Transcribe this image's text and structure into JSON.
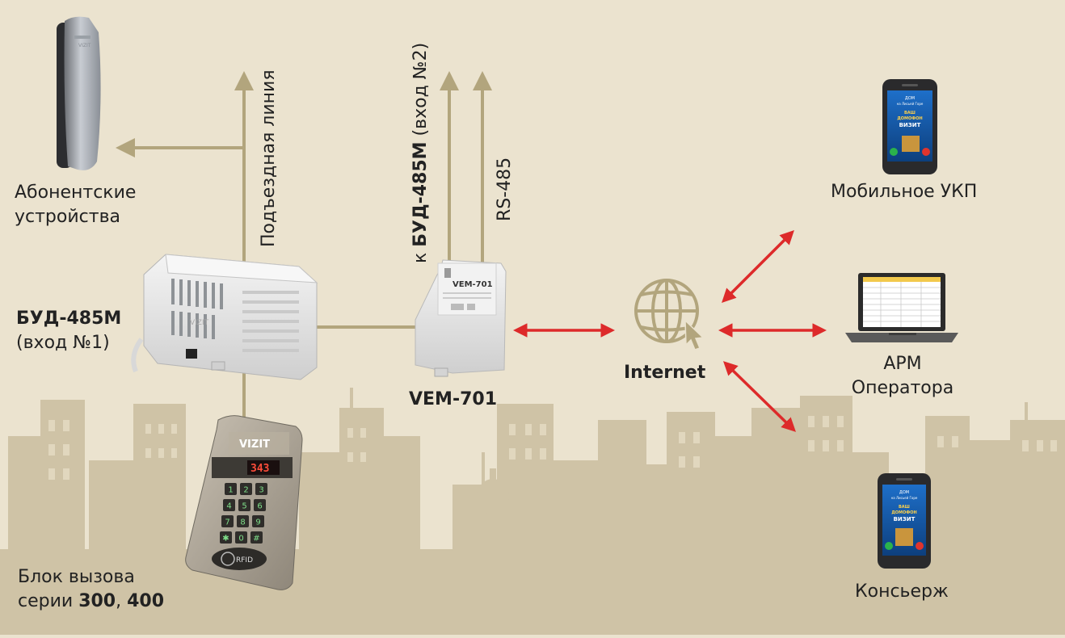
{
  "labels": {
    "subscriber_line1": "Абонентские",
    "subscriber_line2": "устройства",
    "bud_main": "БУД-485М",
    "bud_input": "(вход №1)",
    "call_block_line1": "Блок вызова",
    "call_block_prefix": "серии ",
    "call_block_series_a": "300",
    "call_block_sep": ", ",
    "call_block_series_b": "400",
    "access_line": "Подъездная линия",
    "bud2_prefix": "к ",
    "bud2_bold": "БУД-485М",
    "bud2_suffix": " (вход №2)",
    "rs485": "RS-485",
    "vem_caption": "VEM-701",
    "vem_device_label": "VEM-701",
    "internet": "Internet",
    "mobile_ukp": "Мобильное УКП",
    "operator_line1": "АРМ",
    "operator_line2": "Оператора",
    "concierge": "Консьерж",
    "brand": "VIZIT",
    "display_number": "343",
    "rfid": "RFID",
    "phone_screen_top": "ДОМ",
    "phone_screen_sub": "на Лисьей Горе",
    "phone_screen_word1": "ВАШ",
    "phone_screen_word2": "ДОМОФОН",
    "phone_screen_word3": "ВИЗИТ"
  },
  "keypad_keys": [
    "1",
    "2",
    "3",
    "4",
    "5",
    "6",
    "7",
    "8",
    "9",
    "✱",
    "0",
    "#"
  ],
  "colors": {
    "background": "#ebe3cf",
    "skyline": "#cfc3a6",
    "skyline_window": "#e9e0c9",
    "line": "#b2a57d",
    "arrow_red": "#dd2a2a",
    "globe": "#b2a57d"
  }
}
